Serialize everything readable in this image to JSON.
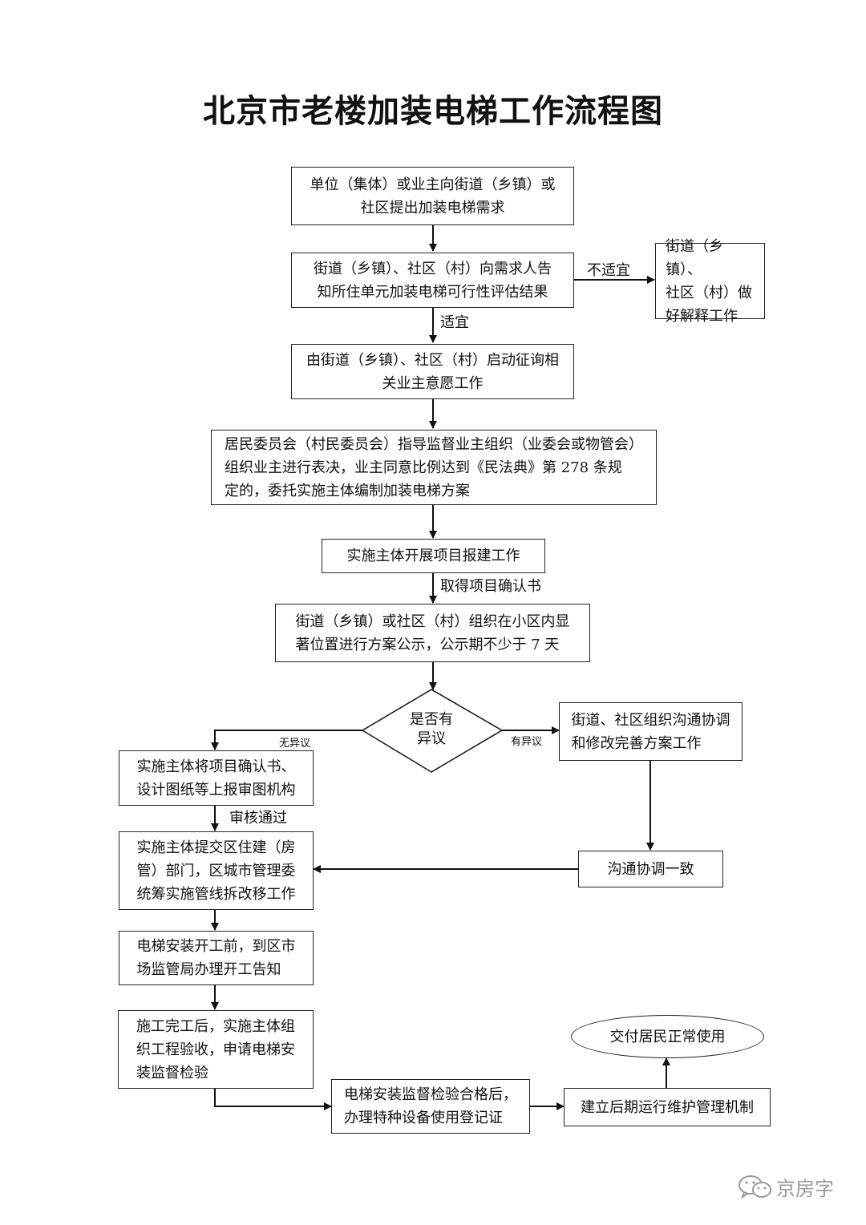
{
  "title": "北京市老楼加装电梯工作流程图",
  "nodes": {
    "n1": "单位（集体）或业主向街道（乡镇）或\n社区提出加装电梯需求",
    "n2": "街道（乡镇）、社区（村）向需求人告\n知所住单元加装电梯可行性评估结果",
    "n2b": "街道（乡镇）、\n社区（村）做\n好解释工作",
    "n3": "由街道（乡镇）、社区（村）启动征询相\n关业主意愿工作",
    "n4": "居民委员会（村民委员会）指导监督业主组织（业委会或物管会）\n组织业主进行表决，业主同意比例达到《民法典》第 278 条规\n定的，委托实施主体编制加装电梯方案",
    "n5": "实施主体开展项目报建工作",
    "n6": "街道（乡镇）或社区（村）组织在小区内显\n著位置进行方案公示，公示期不少于 7 天",
    "decision": "是否有\n异议",
    "n7r": "街道、社区组织沟通协调\n和修改完善方案工作",
    "n7l": "实施主体将项目确认书、\n设计图纸等上报审图机构",
    "n8r": "沟通协调一致",
    "n8l": "实施主体提交区住建（房\n管）部门，区城市管理委\n统筹实施管线拆改移工作",
    "n9": "电梯安装开工前，到区市\n场监管局办理开工告知",
    "n10": "施工完工后，实施主体组\n织工程验收，申请电梯安\n装监督检验",
    "n11": "电梯安装监督检验合格后，\n办理特种设备使用登记证",
    "n12": "建立后期运行维护管理机制",
    "n13": "交付居民正常使用"
  },
  "edge_labels": {
    "not_suitable": "不适宜",
    "suitable": "适宜",
    "get_confirmation": "取得项目确认书",
    "no_objection": "无异议",
    "has_objection": "有异议",
    "review_passed": "审核通过"
  },
  "watermark": "京房字",
  "icons": [
    "arrow-head-icon",
    "wechat-icon"
  ]
}
